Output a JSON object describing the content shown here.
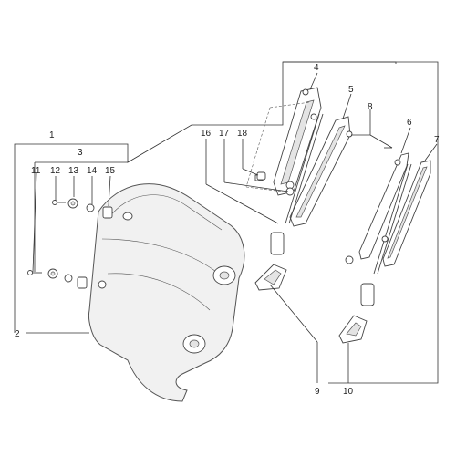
{
  "callouts": {
    "c1": "1",
    "c2": "2",
    "c3": "3",
    "c4": "4",
    "c5": "5",
    "c6": "6",
    "c7": "7",
    "c8": "8",
    "c9": "9",
    "c10": "10",
    "c11": "11",
    "c12": "12",
    "c13": "13",
    "c14": "14",
    "c15": "15",
    "c16": "16",
    "c17": "17",
    "c18": "18"
  },
  "colors": {
    "line": "#333333",
    "fill": "#ffffff",
    "shade": "#e4e4e4"
  }
}
